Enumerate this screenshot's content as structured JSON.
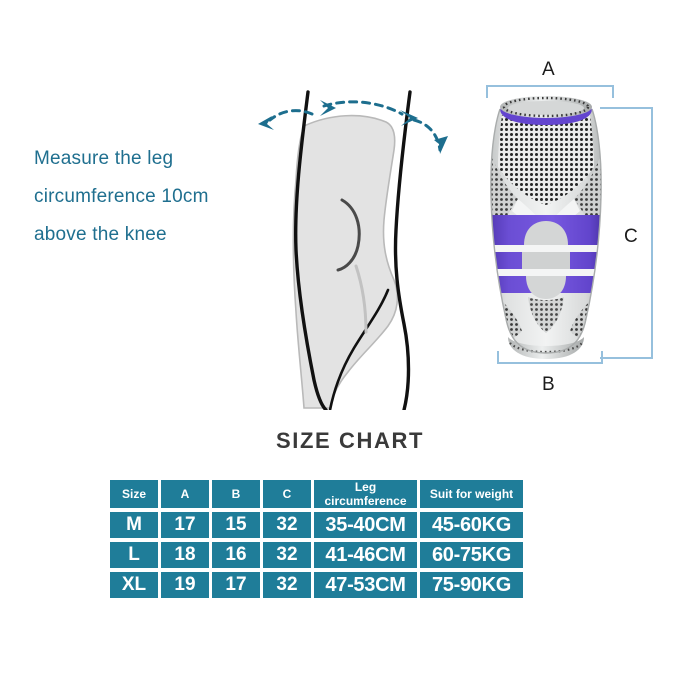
{
  "instruction": {
    "text": "Measure the leg circumference 10cm above the knee",
    "color": "#1f6f8f"
  },
  "leg_diagram": {
    "name": "bent-knee-profile-illustration",
    "fill_color": "#e2e2e2",
    "outline_color": "#111111",
    "arrow_color": "#1d6e8e",
    "arrow_style": "dashed-wrap-around"
  },
  "product_figure": {
    "name": "knee-compression-sleeve-photo",
    "sleeve_gray": "#d6d8d8",
    "sleeve_white": "#f2f3f3",
    "accent_purple": "#6c4ed2",
    "mesh_dot_color": "#1b1b1b",
    "bracket_color": "#96c0dd",
    "dimension_labels": [
      {
        "key": "A",
        "label": "A",
        "meaning": "top width"
      },
      {
        "key": "B",
        "label": "B",
        "meaning": "bottom width"
      },
      {
        "key": "C",
        "label": "C",
        "meaning": "height"
      }
    ]
  },
  "chart": {
    "title": "SIZE CHART",
    "title_color": "#3a3a3a",
    "cell_color": "#1f7d99",
    "cell_text_color": "#ffffff",
    "headers": [
      "Size",
      "A",
      "B",
      "C",
      "Leg circumference",
      "Suit for weight"
    ],
    "rows": [
      {
        "size": "M",
        "a": "17",
        "b": "15",
        "c": "32",
        "leg_circumference": "35-40CM",
        "weight": "45-60KG"
      },
      {
        "size": "L",
        "a": "18",
        "b": "16",
        "c": "32",
        "leg_circumference": "41-46CM",
        "weight": "60-75KG"
      },
      {
        "size": "XL",
        "a": "19",
        "b": "17",
        "c": "32",
        "leg_circumference": "47-53CM",
        "weight": "75-90KG"
      }
    ]
  }
}
